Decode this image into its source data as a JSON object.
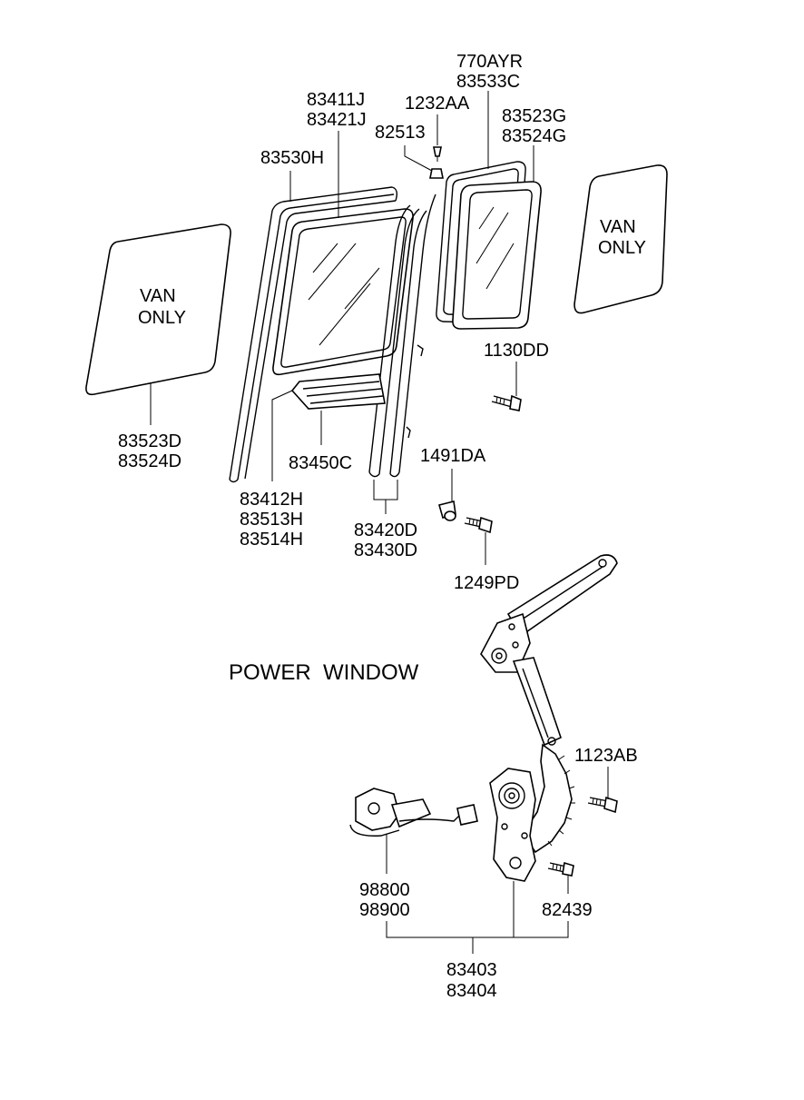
{
  "labels": {
    "l770AYR": "770AYR",
    "l83533C": "83533C",
    "l83411J": "83411J",
    "l83421J": "83421J",
    "l1232AA": "1232AA",
    "l82513": "82513",
    "l83523G": "83523G",
    "l83524G": "83524G",
    "l83530H": "83530H",
    "van_left_1": "VAN",
    "van_left_2": "ONLY",
    "van_right_1": "VAN",
    "van_right_2": "ONLY",
    "l1130DD": "1130DD",
    "l83523D": "83523D",
    "l83524D": "83524D",
    "l83450C": "83450C",
    "l1491DA": "1491DA",
    "l83412H": "83412H",
    "l83513H": "83513H",
    "l83514H": "83514H",
    "l83420D": "83420D",
    "l83430D": "83430D",
    "l1249PD": "1249PD",
    "power_window": "POWER  WINDOW",
    "l1123AB": "1123AB",
    "l98800": "98800",
    "l98900": "98900",
    "l82439": "82439",
    "l83403": "83403",
    "l83404": "83404"
  }
}
